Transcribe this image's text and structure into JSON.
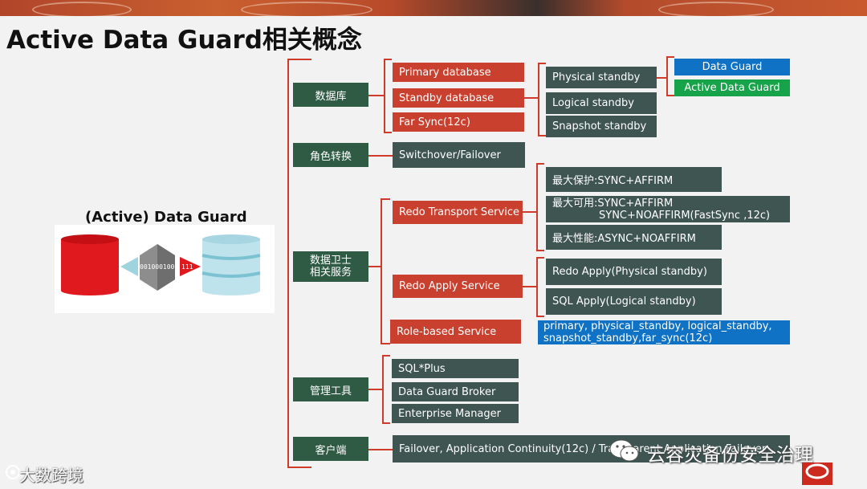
{
  "title": "Active Data Guard相关概念",
  "illustration": {
    "title": "(Active) Data Guard",
    "binary_left": "0010001000",
    "binary_right": "111"
  },
  "categories": {
    "database": "数据库",
    "role_switch": "角色转换",
    "services_line1": "数据卫士",
    "services_line2": "相关服务",
    "tools": "管理工具",
    "client": "客户端"
  },
  "database_roles": [
    "Primary database",
    "Standby database",
    "Far Sync(12c)"
  ],
  "standby_types": [
    "Physical standby",
    "Logical standby",
    "Snapshot standby"
  ],
  "physical_products": [
    "Data Guard",
    "Active Data Guard"
  ],
  "role_switch_item": "Switchover/Failover",
  "services": {
    "redo_transport": "Redo Transport Service",
    "redo_apply": "Redo Apply Service",
    "role_based": "Role-based Service",
    "transport_modes": {
      "max_protection": "最大保护:SYNC+AFFIRM",
      "max_availability_line1": "最大可用:SYNC+AFFIRM",
      "max_availability_line2": "SYNC+NOAFFIRM(FastSync ,12c)",
      "max_performance": "最大性能:ASYNC+NOAFFIRM"
    },
    "apply_types": [
      "Redo Apply(Physical standby)",
      "SQL Apply(Logical standby)"
    ],
    "role_based_line1": "primary, physical_standby, logical_standby,",
    "role_based_line2": "snapshot_standby,far_sync(12c)"
  },
  "tools": [
    "SQL*Plus",
    "Data Guard Broker",
    "Enterprise Manager"
  ],
  "client_item": "Failover, Application Continuity(12c) / Transparent Application Failover",
  "watermarks": {
    "wechat": "云容灾备份安全治理",
    "brand": "大数跨境"
  },
  "colors": {
    "category": "#2f5b45",
    "role": "#c9402e",
    "detail": "#3e5552",
    "product_blue": "#0f72c4",
    "product_green": "#16a34a",
    "connector": "#d03a2a"
  }
}
